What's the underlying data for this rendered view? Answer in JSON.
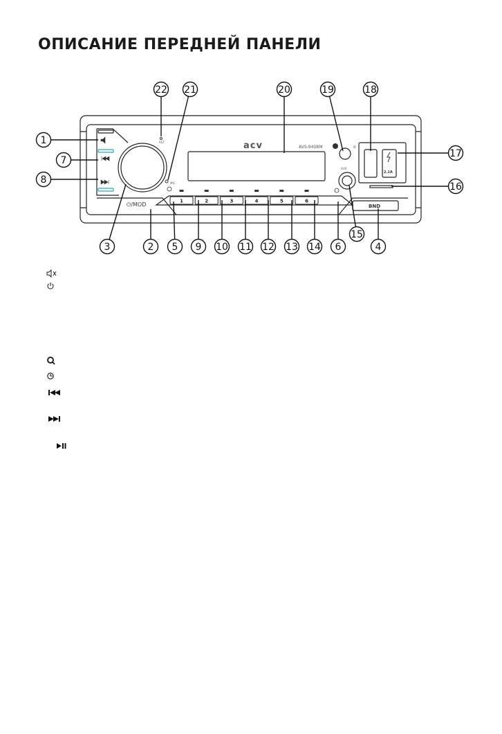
{
  "page": {
    "title": "ОПИСАНИЕ ПЕРЕДНЕЙ ПАНЕЛИ"
  },
  "device": {
    "brand": "acv",
    "model": "AVS-940BM",
    "labels": {
      "rst": "RST",
      "mic": "MIC",
      "ir": "IR",
      "aux": "AUX",
      "power_mode": "⏻/MOD",
      "bnd": "BND",
      "usb_current": "2.1A"
    },
    "preset_buttons": [
      "1",
      "2",
      "3",
      "4",
      "5",
      "6"
    ]
  },
  "callouts": [
    "1",
    "2",
    "3",
    "4",
    "5",
    "6",
    "7",
    "8",
    "9",
    "10",
    "11",
    "12",
    "13",
    "14",
    "15",
    "16",
    "17",
    "18",
    "19",
    "20",
    "21",
    "22"
  ],
  "legend_icons": [
    "mute-icon",
    "power-icon",
    "search-icon",
    "clock-icon",
    "previous-track-icon",
    "next-track-icon",
    "play-pause-icon"
  ]
}
